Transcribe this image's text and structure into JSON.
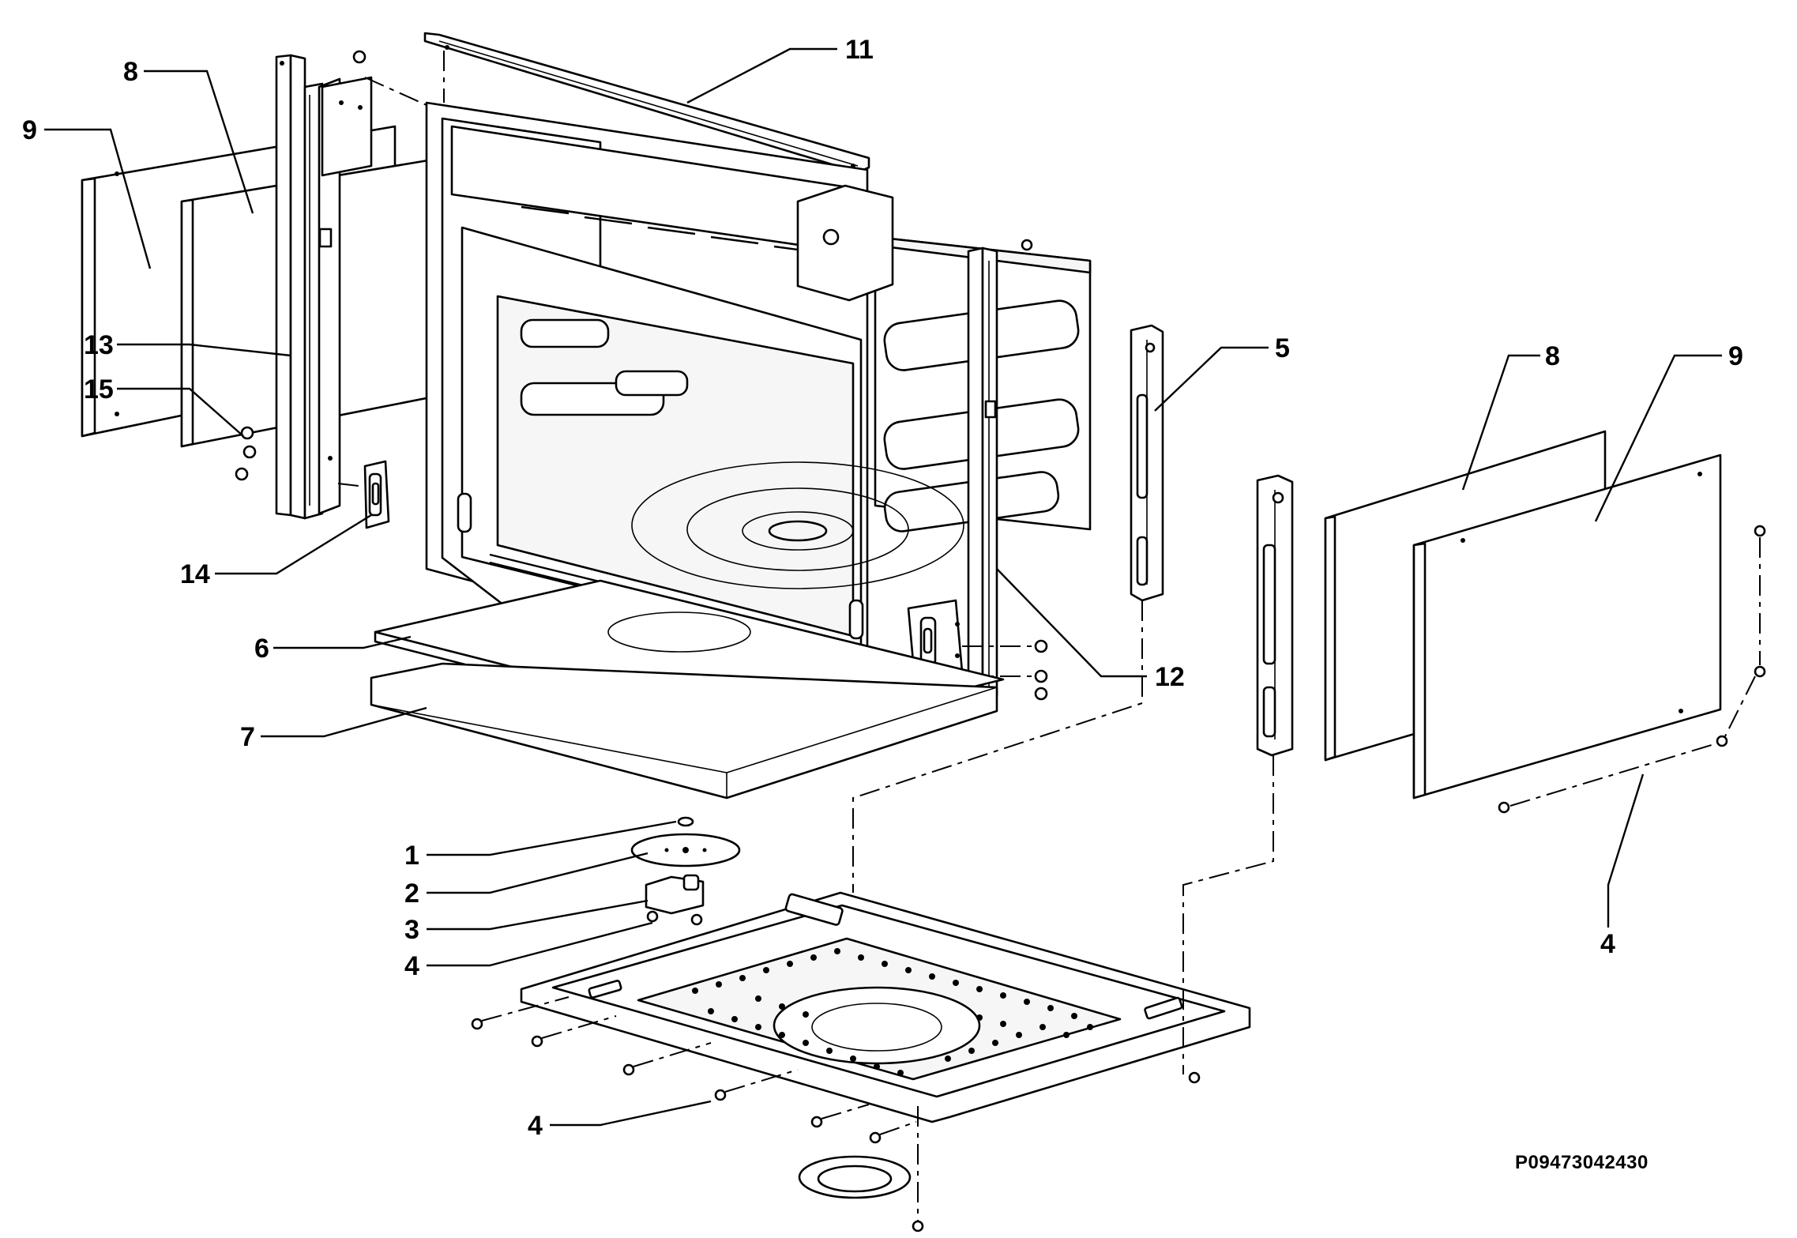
{
  "diagram": {
    "document_number": "P09473042430",
    "callouts": [
      {
        "id": "c-11",
        "label": "11"
      },
      {
        "id": "c-8-l",
        "label": "8"
      },
      {
        "id": "c-9-l",
        "label": "9"
      },
      {
        "id": "c-13",
        "label": "13"
      },
      {
        "id": "c-15",
        "label": "15"
      },
      {
        "id": "c-14",
        "label": "14"
      },
      {
        "id": "c-6",
        "label": "6"
      },
      {
        "id": "c-7",
        "label": "7"
      },
      {
        "id": "c-5",
        "label": "5"
      },
      {
        "id": "c-8-r",
        "label": "8"
      },
      {
        "id": "c-9-r",
        "label": "9"
      },
      {
        "id": "c-12",
        "label": "12"
      },
      {
        "id": "c-1",
        "label": "1"
      },
      {
        "id": "c-2",
        "label": "2"
      },
      {
        "id": "c-3",
        "label": "3"
      },
      {
        "id": "c-4-a",
        "label": "4"
      },
      {
        "id": "c-4-b",
        "label": "4"
      },
      {
        "id": "c-4-r",
        "label": "4"
      }
    ]
  }
}
